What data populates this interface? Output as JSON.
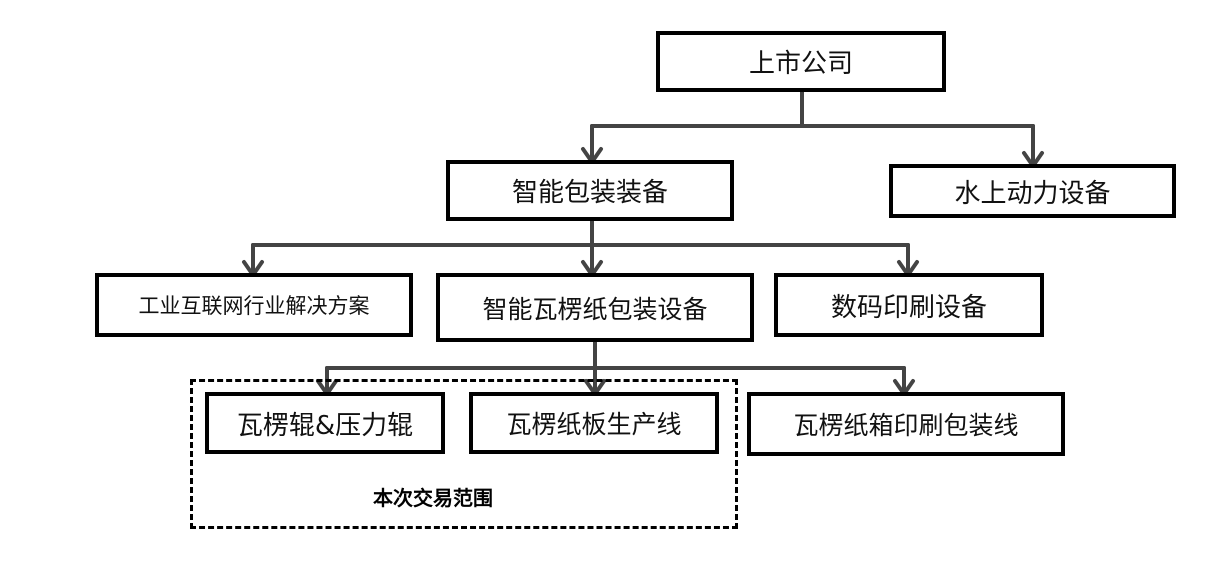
{
  "nodes": {
    "listed_company": "上市公司",
    "smart_packaging_equipment": "智能包装装备",
    "marine_power_equipment": "水上动力设备",
    "industrial_internet_solutions": "工业互联网行业解决方案",
    "smart_corrugated_packaging_equipment": "智能瓦楞纸包装设备",
    "digital_printing_equipment": "数码印刷设备",
    "corrugating_roll_pressure_roll": "瓦楞辊&压力辊",
    "corrugated_board_line": "瓦楞纸板生产线",
    "corrugated_box_printing_line": "瓦楞纸箱印刷包装线"
  },
  "scope": {
    "label": "本次交易范围"
  },
  "colors": {
    "border": "#000000",
    "connector": "#444444",
    "background": "#ffffff"
  }
}
